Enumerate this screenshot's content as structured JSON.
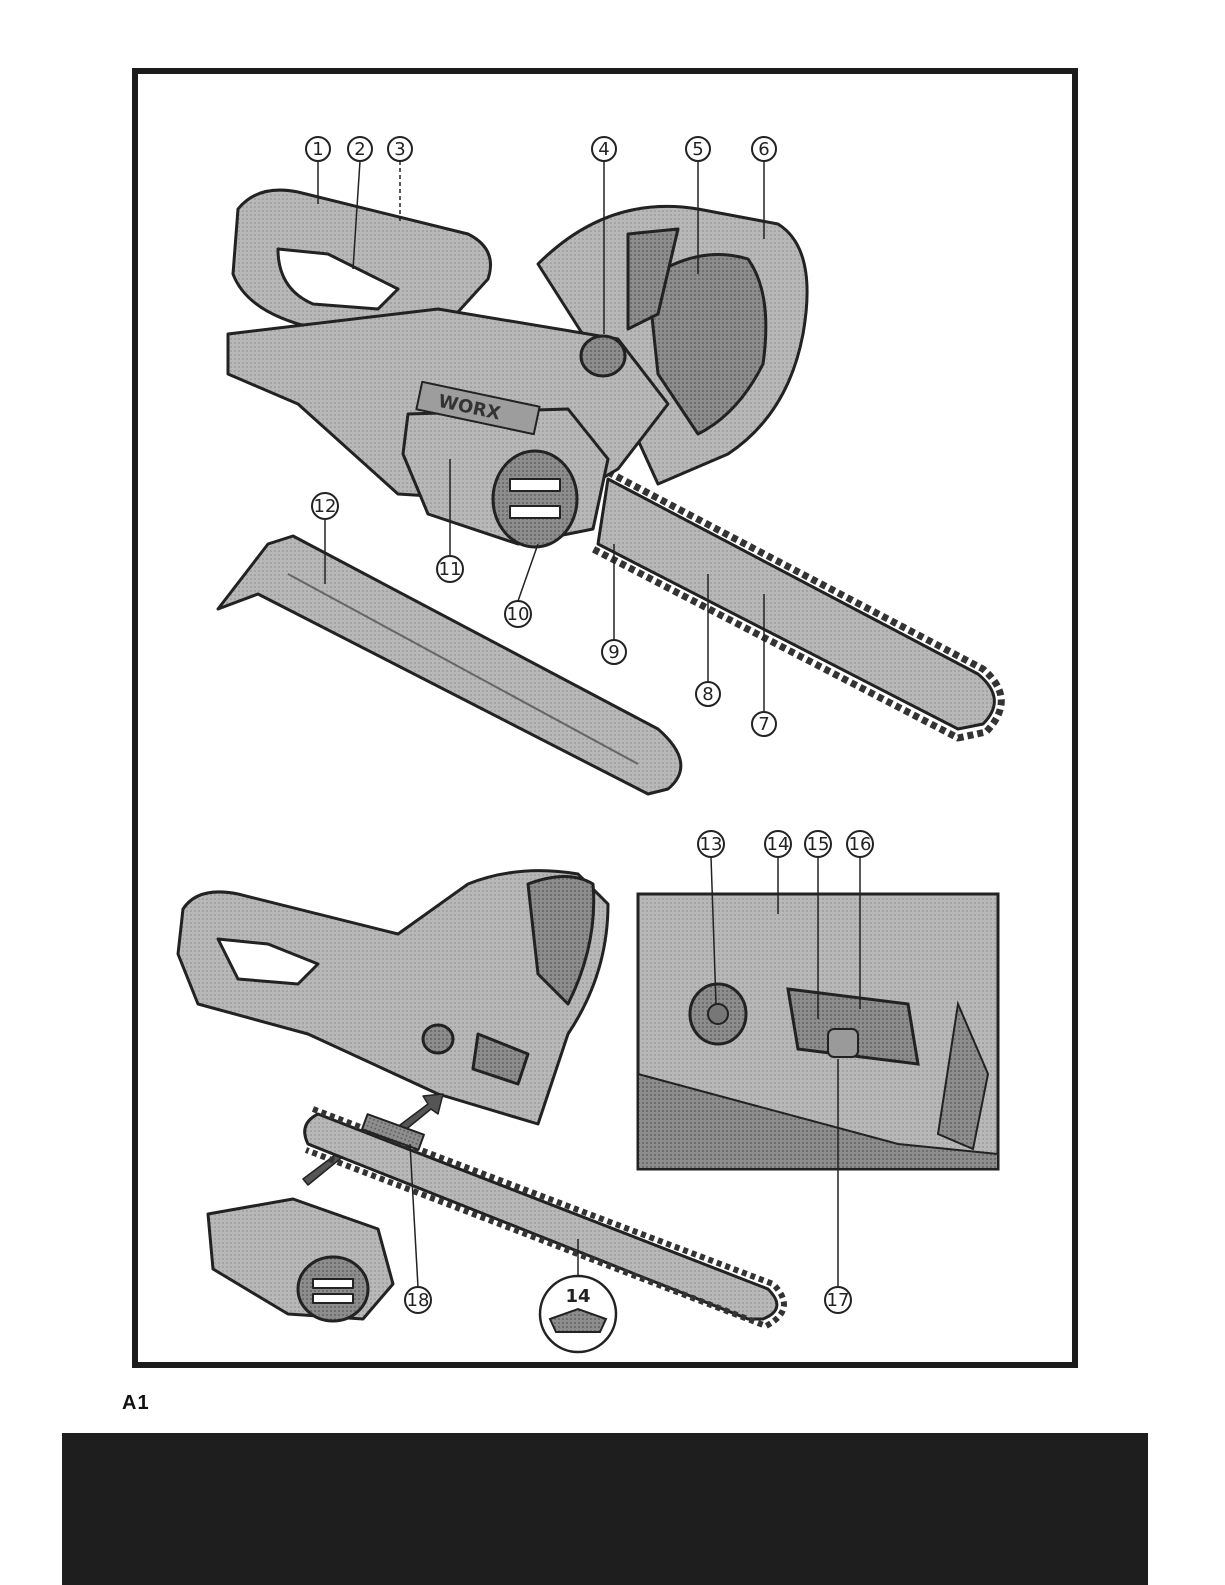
{
  "figure": {
    "label": "A1",
    "callouts_top": [
      "1",
      "2",
      "3",
      "4",
      "5",
      "6",
      "7",
      "8",
      "9",
      "10",
      "11",
      "12"
    ],
    "callouts_bottom": [
      "13",
      "14",
      "15",
      "16",
      "17",
      "18"
    ],
    "chain_detail_label": "14",
    "brand_text": "WORX"
  },
  "colors": {
    "frame": "#1c1c1c",
    "tool_fill": "#bdbdbd",
    "tool_dark": "#8a8a8a",
    "footer": "#1e1e1e"
  }
}
